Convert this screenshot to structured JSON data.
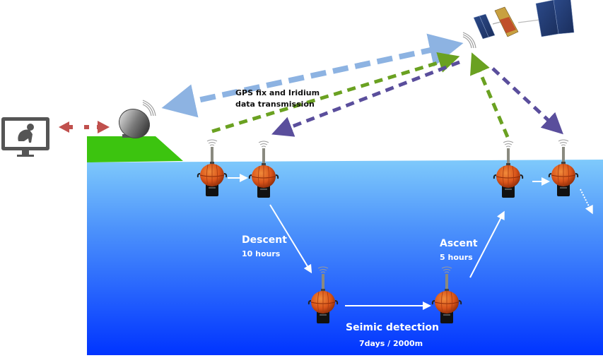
{
  "diagram": {
    "title": "Float operation cycle",
    "labels": {
      "transmission_line1": "GPS fix and Iridium",
      "transmission_line2": "data transmission",
      "descent_title": "Descent",
      "descent_duration": "10 hours",
      "ascent_title": "Ascent",
      "ascent_duration": "5 hours",
      "detection_title": "Seimic detection",
      "detection_detail": "7days / 2000m"
    },
    "nodes": [
      {
        "id": "monitor",
        "icon": "computer-monitor-icon",
        "content": "baby-silhouette-icon"
      },
      {
        "id": "ground-station",
        "icon": "satellite-dish-icon"
      },
      {
        "id": "satellite",
        "icon": "iridium-satellite-icon"
      },
      {
        "id": "float-surface-1",
        "icon": "float-icon",
        "stage": "surface"
      },
      {
        "id": "float-surface-2",
        "icon": "float-icon",
        "stage": "surface"
      },
      {
        "id": "float-bottom-1",
        "icon": "float-icon",
        "stage": "drift"
      },
      {
        "id": "float-bottom-2",
        "icon": "float-icon",
        "stage": "drift"
      },
      {
        "id": "float-surface-3",
        "icon": "float-icon",
        "stage": "surface"
      },
      {
        "id": "float-surface-4",
        "icon": "float-icon",
        "stage": "surface"
      }
    ],
    "links": [
      {
        "from": "monitor",
        "to": "ground-station",
        "style": "dashed",
        "direction": "both",
        "color": "#c0504d"
      },
      {
        "from": "ground-station",
        "to": "satellite",
        "style": "dashed",
        "direction": "both",
        "color": "#8db3e2"
      },
      {
        "from": "float-surface-1",
        "to": "satellite",
        "style": "dashed",
        "direction": "forward",
        "color": "#6aa121"
      },
      {
        "from": "satellite",
        "to": "float-surface-2",
        "style": "dashed",
        "direction": "forward",
        "color": "#5a4e9c"
      },
      {
        "from": "float-surface-3",
        "to": "satellite",
        "style": "dashed",
        "direction": "forward",
        "color": "#6aa121"
      },
      {
        "from": "satellite",
        "to": "float-surface-4",
        "style": "dashed",
        "direction": "forward",
        "color": "#5a4e9c"
      }
    ],
    "colors": {
      "land": "#3cc40f",
      "ocean_top": "#7fcafb",
      "ocean_bottom": "#0034ff",
      "float_body": "#d9541a",
      "float_base": "#111111"
    }
  }
}
